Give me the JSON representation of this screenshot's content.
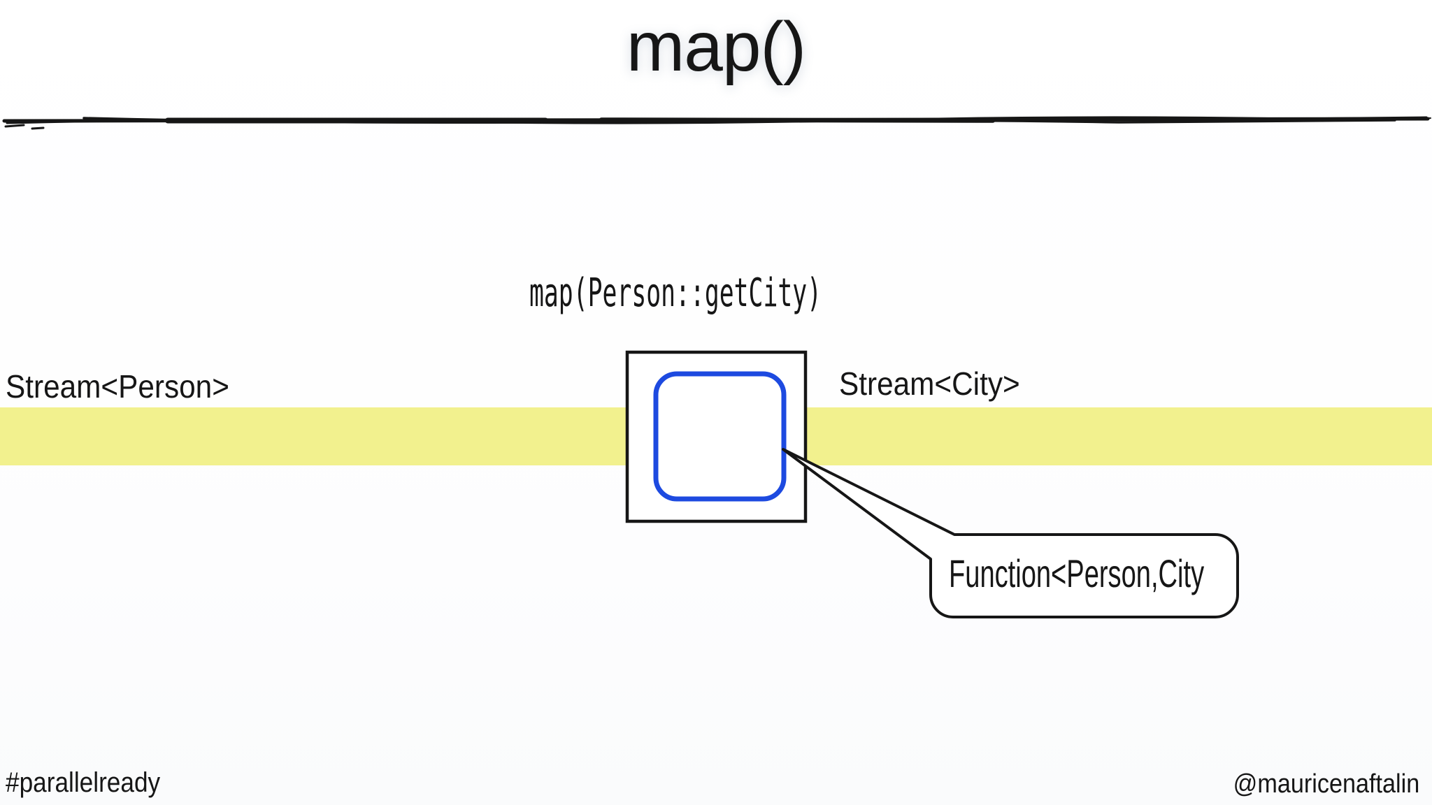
{
  "slide": {
    "title": "map()",
    "code_annotation": "map(Person::getCity)",
    "labels": {
      "input_stream": "Stream<Person>",
      "output_stream": "Stream<City>",
      "callout": "Function<Person,City"
    },
    "footer": {
      "hashtag": "#parallelready",
      "handle": "@mauricenaftalin"
    },
    "colors": {
      "stream_band": "#f2f18e",
      "function_box_stroke": "#1d4ae0",
      "ink": "#161616"
    }
  }
}
